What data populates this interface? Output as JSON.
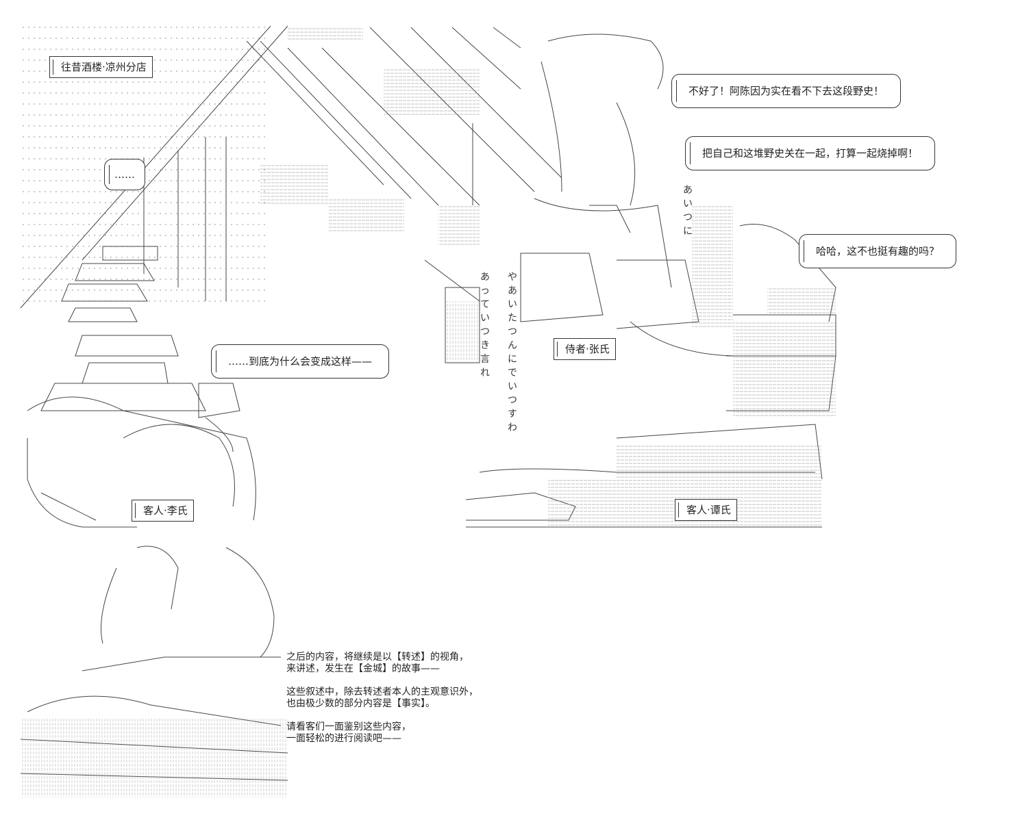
{
  "colors": {
    "ink": "#333333",
    "background": "#ffffff"
  },
  "labels": {
    "tavern": "往昔酒楼·凉州分店",
    "guest_li": "客人·李氏",
    "waiter_zhang": "侍者·张氏",
    "guest_tan": "客人·谭氏"
  },
  "bubbles": {
    "ellipsis": "……",
    "li_speech": "……到底为什么会变成这样——",
    "zhang_speech_1": "不好了！阿陈因为实在看不下去这段野史！",
    "zhang_speech_2": "把自己和这堆野史关在一起，打算一起烧掉啊！",
    "tan_speech": "哈哈，这不也挺有趣的吗？"
  },
  "art_text": {
    "col1": "やあいたつんにでいつすわ",
    "col2": "あっていつき言れ",
    "col3": "あいつに"
  },
  "narration": {
    "p1_l1": "之后的内容，将继续是以【转述】的视角，",
    "p1_l2": "来讲述，发生在【金城】的故事——",
    "p2_l1": "这些叙述中，除去转述者本人的主观意识外，",
    "p2_l2": "也由极少数的部分内容是【事实】。",
    "p3_l1": "请看客们一面鉴别这些内容，",
    "p3_l2": "一面轻松的进行阅读吧——"
  }
}
